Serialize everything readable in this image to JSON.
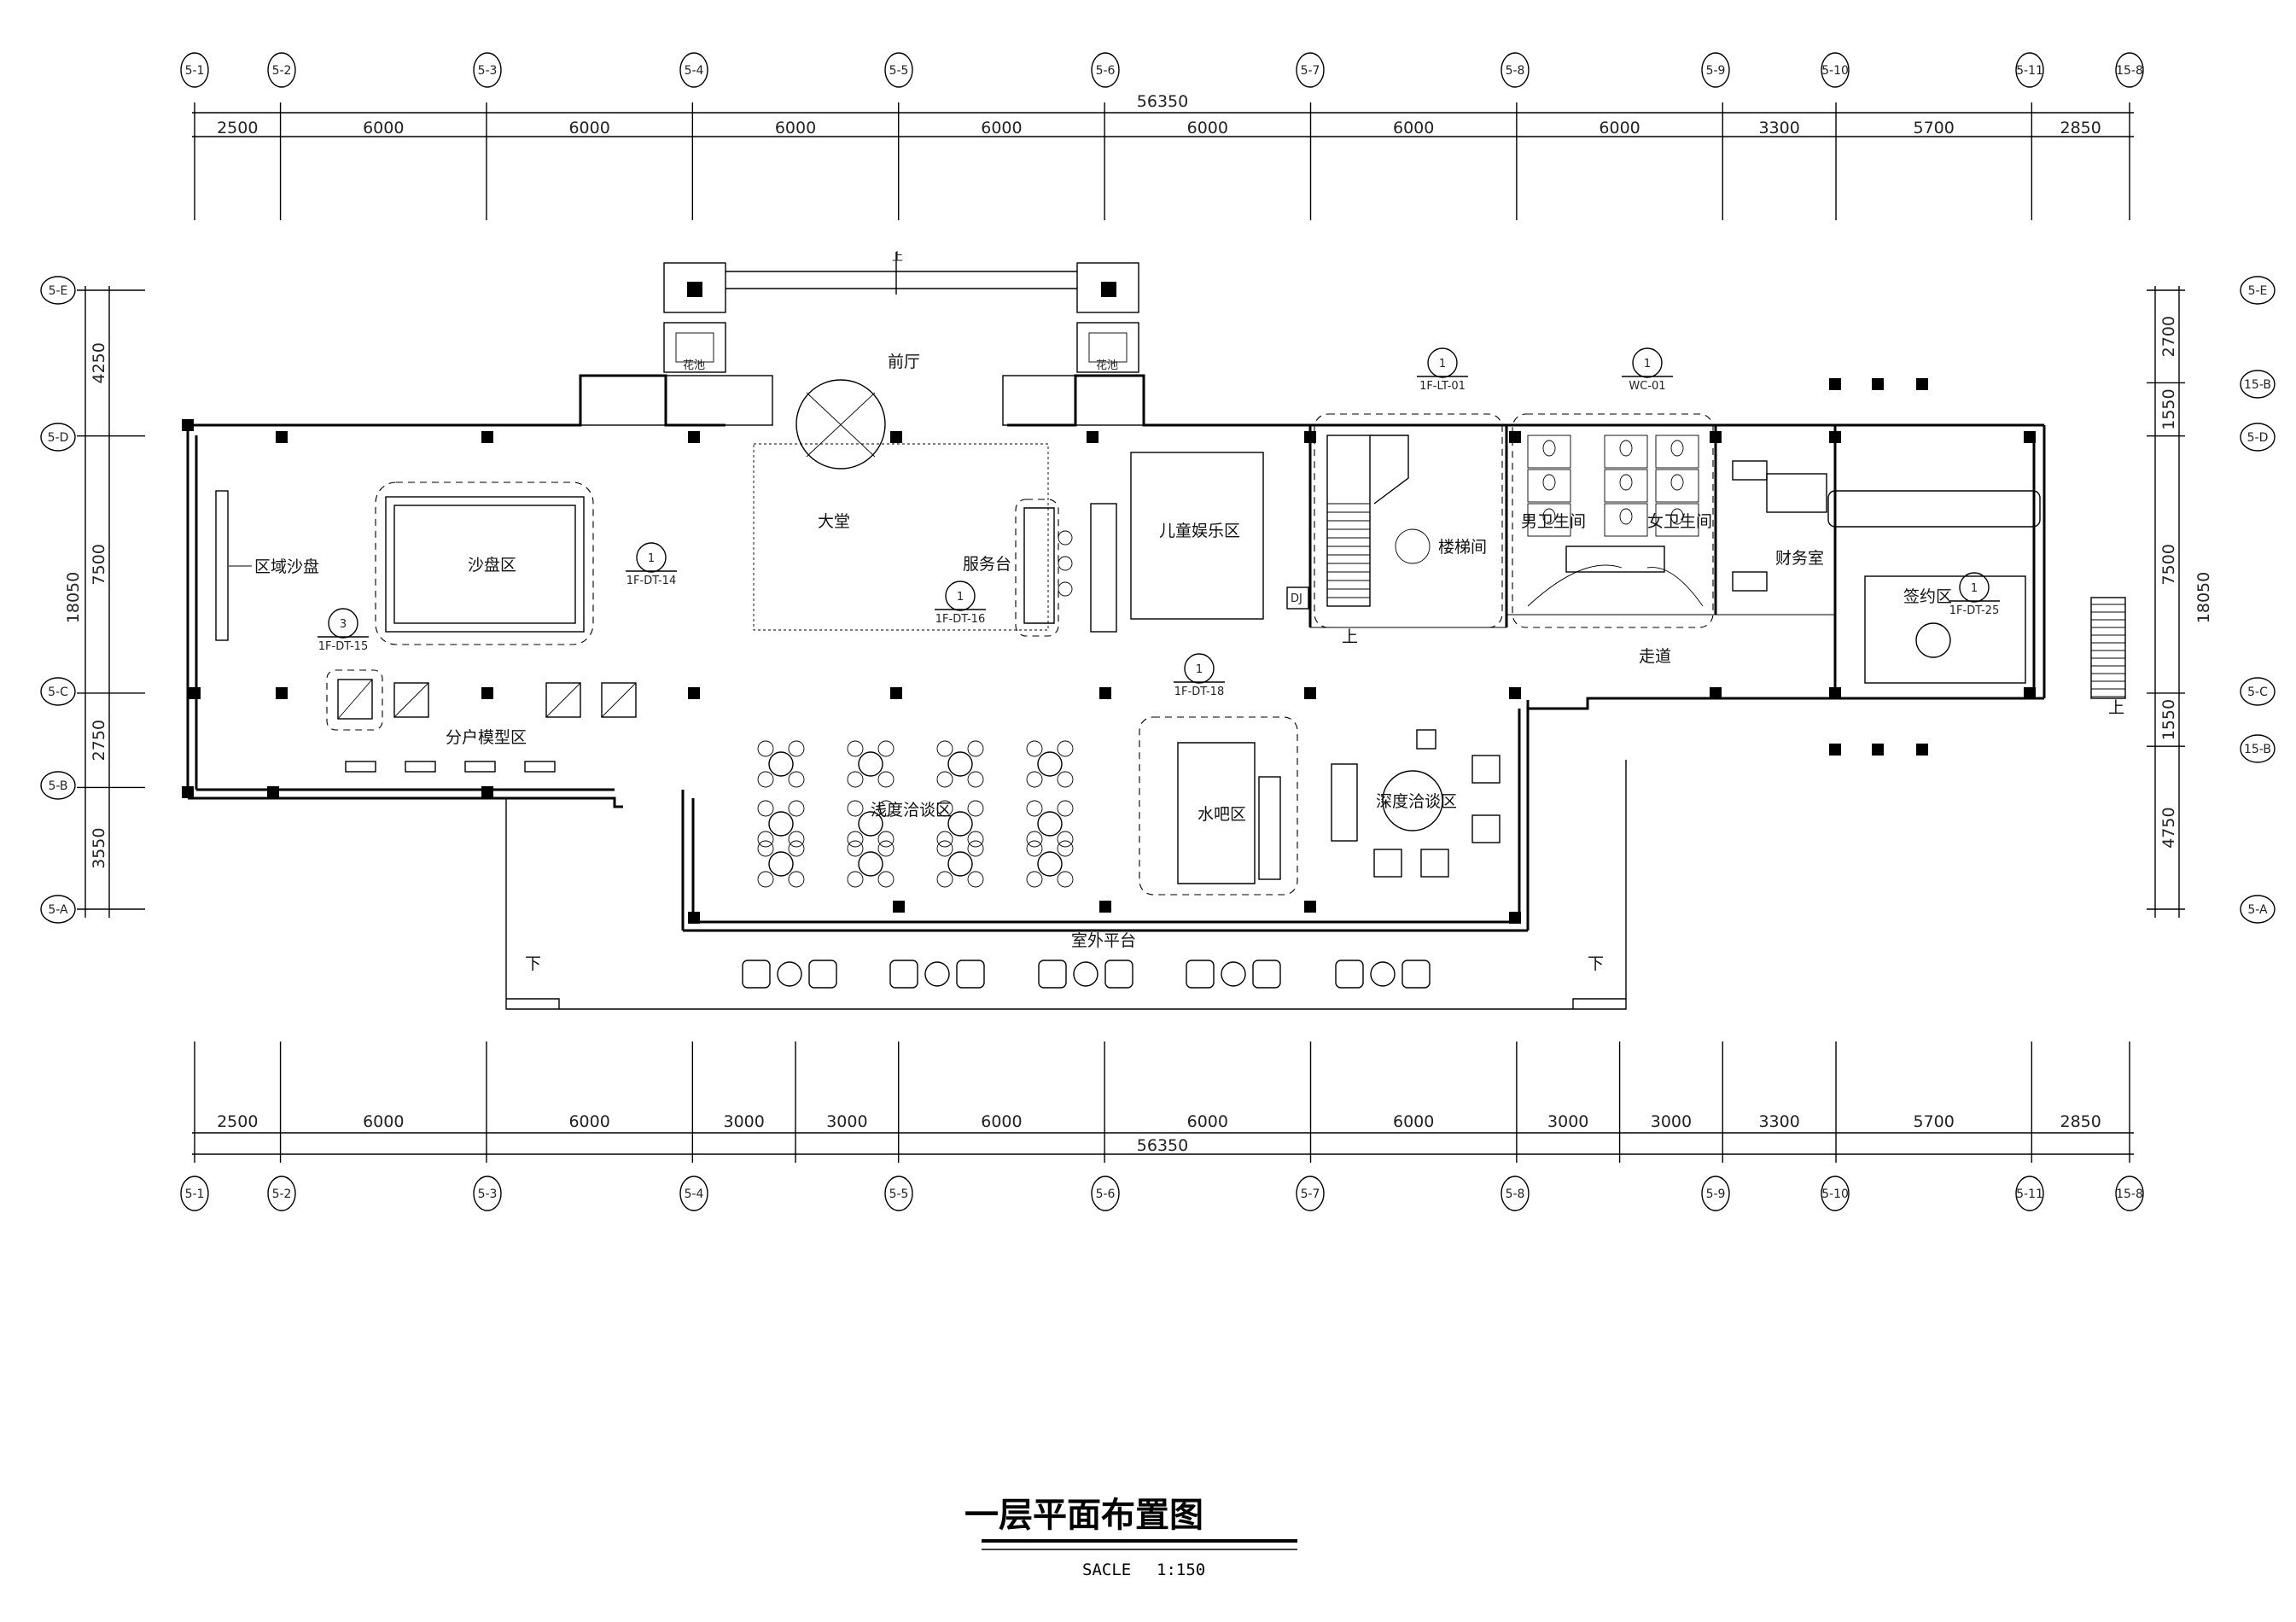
{
  "drawing": {
    "title": "一层平面布置图",
    "scale_label": "SACLE",
    "scale_value": "1:150"
  },
  "dimensions": {
    "top_total": "56350",
    "top_segments": [
      "2500",
      "6000",
      "6000",
      "6000",
      "6000",
      "6000",
      "6000",
      "6000",
      "3300",
      "5700",
      "2850"
    ],
    "bottom_total": "56350",
    "bottom_segments": [
      "2500",
      "6000",
      "6000",
      "3000",
      "3000",
      "6000",
      "6000",
      "6000",
      "3000",
      "3000",
      "3300",
      "5700",
      "2850"
    ],
    "left_total": "18050",
    "left_segments": [
      "4250",
      "7500",
      "2750",
      "3550"
    ],
    "right_total": "18050",
    "right_segments": [
      "2700",
      "1550",
      "7500",
      "1550",
      "4750"
    ]
  },
  "axes": {
    "top": [
      "5-1",
      "5-2",
      "5-3",
      "5-4",
      "5-5",
      "5-6",
      "5-7",
      "5-8",
      "5-9",
      "5-10",
      "5-11",
      "15-8"
    ],
    "bottom": [
      "5-1",
      "5-2",
      "5-3",
      "5-4",
      "5-5",
      "5-6",
      "5-7",
      "5-8",
      "5-9",
      "5-10",
      "5-11",
      "15-8"
    ],
    "left": [
      "5-E",
      "5-D",
      "5-C",
      "5-B",
      "5-A"
    ],
    "right": [
      "5-E",
      "15-B",
      "5-D",
      "5-C",
      "15-B",
      "5-A"
    ]
  },
  "rooms": {
    "front_hall": "前厅",
    "lobby": "大堂",
    "service_desk": "服务台",
    "kids_area": "儿童娱乐区",
    "stairs": "楼梯间",
    "mens_wc": "男卫生间",
    "womens_wc": "女卫生间",
    "finance": "财务室",
    "signing": "签约区",
    "corridor": "走道",
    "regional_sand": "区域沙盘",
    "sand_table": "沙盘区",
    "unit_models": "分户模型区",
    "light_talk": "浅度洽谈区",
    "water_bar": "水吧区",
    "deep_talk": "深度洽谈区",
    "outdoor": "室外平台",
    "up": "上",
    "down": "下",
    "dj": "DJ",
    "planter": "花池"
  },
  "tags": [
    {
      "num": "1",
      "code": "1F-DT-14"
    },
    {
      "num": "3",
      "code": "1F-DT-15"
    },
    {
      "num": "1",
      "code": "1F-DT-16"
    },
    {
      "num": "1",
      "code": "1F-LT-01"
    },
    {
      "num": "1",
      "code": "WC-01"
    },
    {
      "num": "1",
      "code": "1F-DT-18"
    },
    {
      "num": "1",
      "code": "1F-DT-25"
    }
  ]
}
